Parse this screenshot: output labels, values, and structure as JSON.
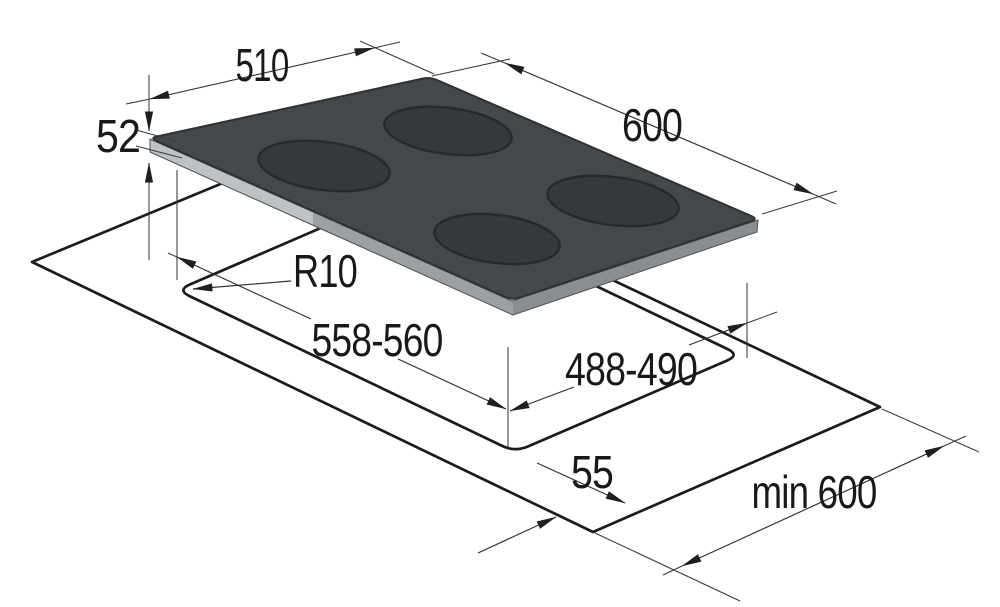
{
  "diagram": {
    "kind": "hob-installation-dimension-drawing",
    "burner_count": 4
  },
  "labels": {
    "top_width": {
      "text": "510"
    },
    "height": {
      "text": "52"
    },
    "top_depth": {
      "text": "600"
    },
    "corner_radius": {
      "text": "R10"
    },
    "cutout_width": {
      "text": "558-560"
    },
    "cutout_depth": {
      "text": "488-490"
    },
    "front_clearance": {
      "text": "55"
    },
    "worktop_min_depth": {
      "text": "min 600"
    }
  },
  "colors": {
    "background": "#ffffff",
    "glass_top": "#45484b",
    "burner_fill": "#36393c",
    "burner_stroke": "#27292b",
    "edge_light": "#bfc2c4",
    "edge_mid": "#9ca0a3",
    "edge_dark": "#8b8e91",
    "outline": "#1b1b1b",
    "dimension_line": "#2f2f2f",
    "arrow": "#1f1f1f",
    "label_text": "#191919"
  }
}
